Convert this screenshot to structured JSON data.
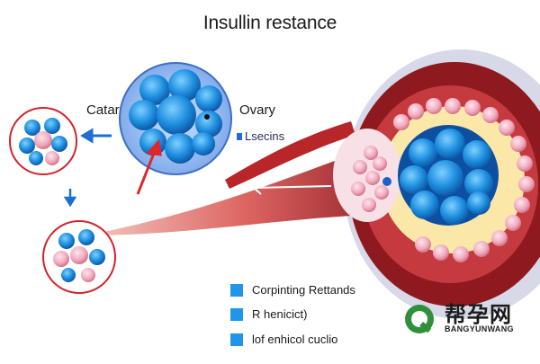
{
  "title": "Insullin restance",
  "labels": {
    "left": "Catar",
    "right": "Ovary",
    "secretion": "Lsecins"
  },
  "legend": [
    {
      "label": "Corpinting Rettands",
      "color": "#2196e6"
    },
    {
      "label": "R henicict)",
      "color": "#2196e6"
    },
    {
      "label": "lof enhicol cuclio",
      "color": "#2196e6"
    }
  ],
  "watermark": {
    "name": "帮孕网",
    "sub": "BANGYUNWANG"
  },
  "colors": {
    "cell_blue": "#1e8fe0",
    "tissue_red": "#b8262a",
    "pink_follicle": "#f2b8c6",
    "arrow_red": "#e0262a"
  }
}
